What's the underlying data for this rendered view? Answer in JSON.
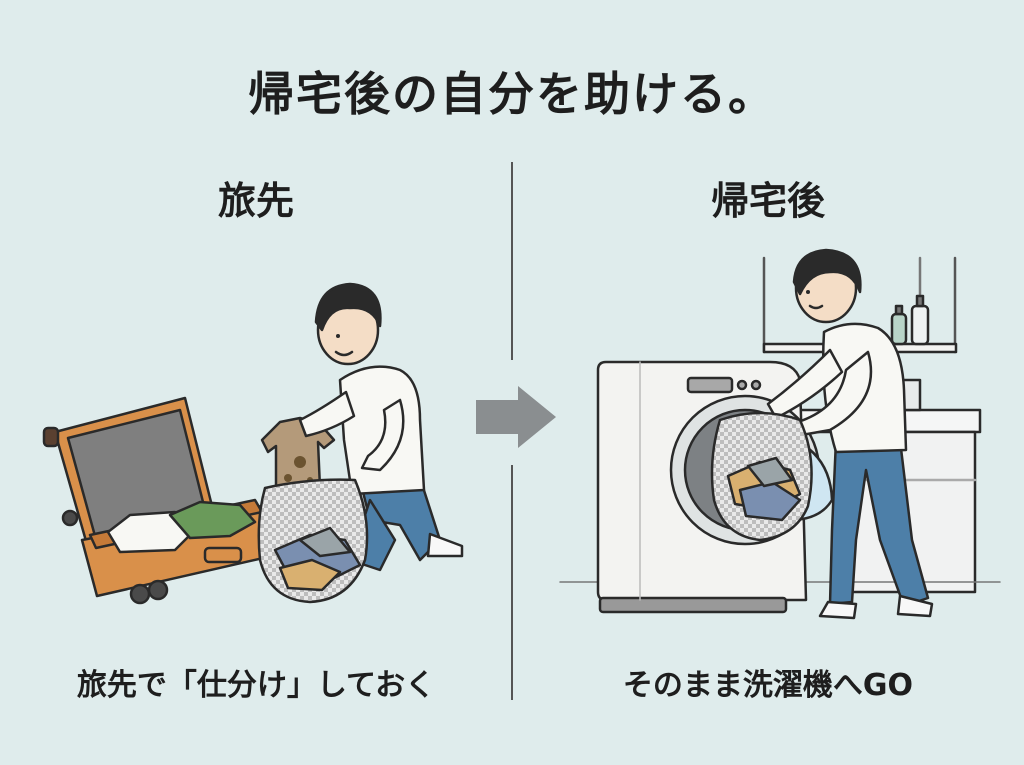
{
  "title": "帰宅後の自分を助ける。",
  "left_panel": {
    "heading": "旅先",
    "caption": "旅先で「仕分け」しておく",
    "illustration": "person-sorting-laundry-into-mesh-bag-beside-suitcase"
  },
  "right_panel": {
    "heading": "帰宅後",
    "caption": "そのまま洗濯機へGO",
    "illustration": "person-loading-mesh-bag-into-washing-machine"
  },
  "arrow_icon": "right-arrow-icon",
  "colors": {
    "background": "#dfecec",
    "text": "#1e1e1e",
    "suitcase": "#d9904a",
    "shirt": "#f8f8f4",
    "pants": "#4d7fa8",
    "arrow": "#8a8e90"
  }
}
